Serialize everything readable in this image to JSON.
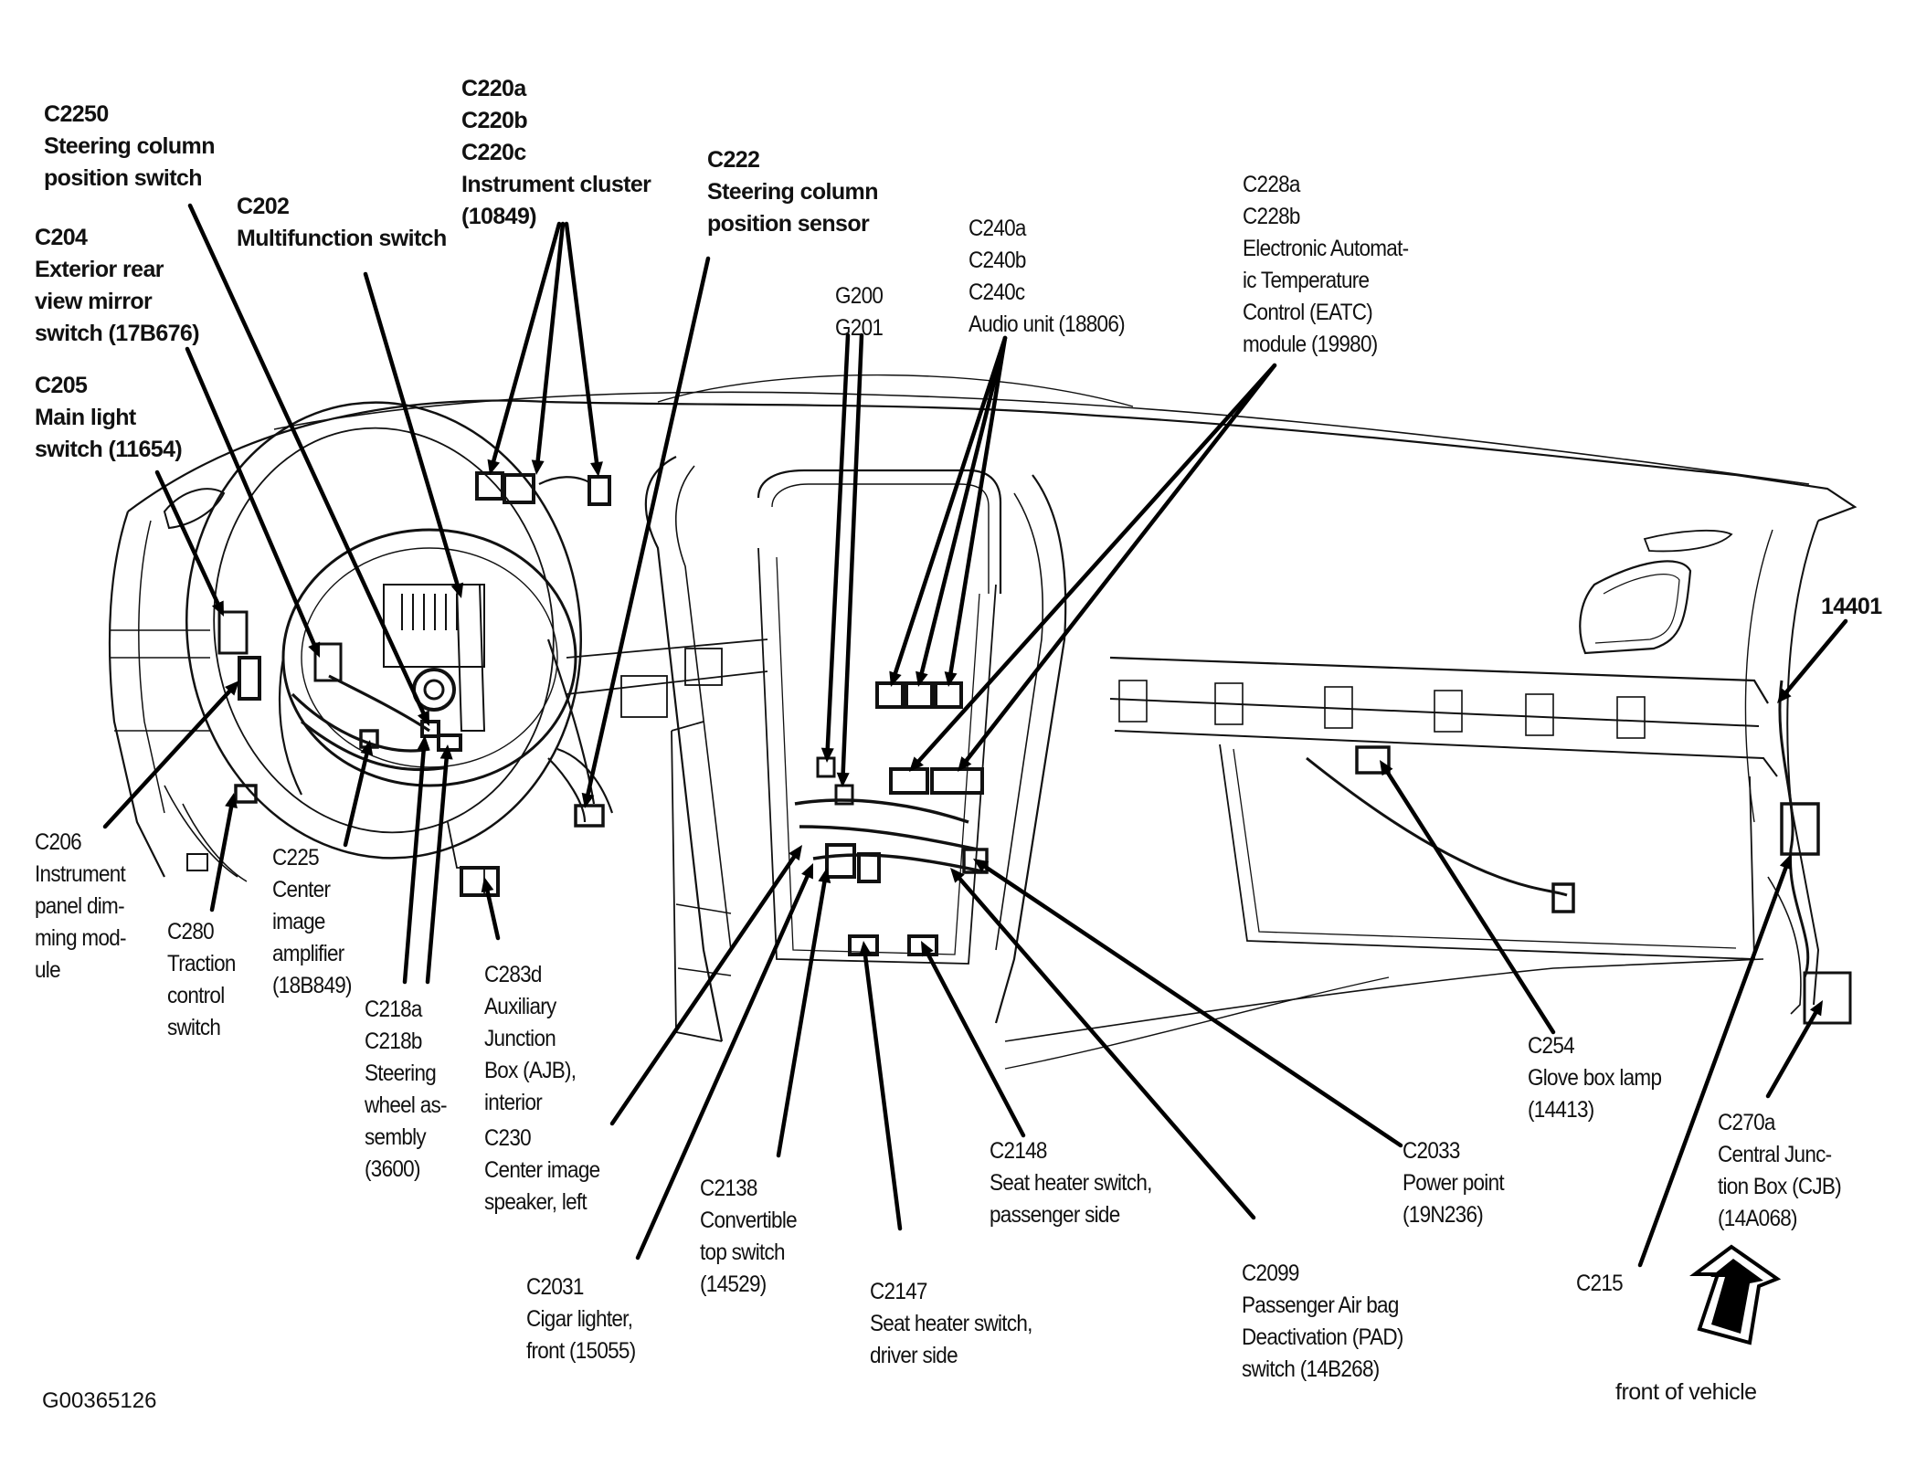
{
  "figure_id": "G00365126",
  "orientation_indicator": {
    "icon": "front-arrow-icon",
    "label": "front of vehicle"
  },
  "callouts": [
    {
      "id": "c2250",
      "lines": [
        "C2250",
        "Steering column",
        "position switch"
      ]
    },
    {
      "id": "c202",
      "lines": [
        "C202",
        "Multifunction switch"
      ]
    },
    {
      "id": "c204",
      "lines": [
        "C204",
        "Exterior rear",
        "view mirror",
        "switch (17B676)"
      ]
    },
    {
      "id": "c205",
      "lines": [
        "C205",
        "Main light",
        "switch (11654)"
      ]
    },
    {
      "id": "c220",
      "lines": [
        "C220a",
        "C220b",
        "C220c",
        "Instrument cluster",
        "(10849)"
      ]
    },
    {
      "id": "c222",
      "lines": [
        "C222",
        "Steering column",
        "position sensor"
      ]
    },
    {
      "id": "g200",
      "lines": [
        "G200",
        "G201"
      ]
    },
    {
      "id": "c240",
      "lines": [
        "C240a",
        "C240b",
        "C240c",
        "Audio unit (18806)"
      ]
    },
    {
      "id": "c228",
      "lines": [
        "C228a",
        "C228b",
        "Electronic Automat-",
        "ic Temperature",
        "Control (EATC)",
        "module (19980)"
      ]
    },
    {
      "id": "p14401",
      "lines": [
        "14401"
      ]
    },
    {
      "id": "c206",
      "lines": [
        "C206",
        "Instrument",
        "panel dim-",
        "ming mod-",
        "ule"
      ]
    },
    {
      "id": "c280",
      "lines": [
        "C280",
        "Traction",
        "control",
        "switch"
      ]
    },
    {
      "id": "c225",
      "lines": [
        "C225",
        "Center",
        "image",
        "amplifier",
        "(18B849)"
      ]
    },
    {
      "id": "c218",
      "lines": [
        "C218a",
        "C218b",
        "Steering",
        "wheel as-",
        "sembly",
        "(3600)"
      ]
    },
    {
      "id": "c283d",
      "lines": [
        "C283d",
        "Auxiliary",
        "Junction",
        "Box (AJB),",
        "interior"
      ]
    },
    {
      "id": "c230",
      "lines": [
        "C230",
        "Center image",
        "speaker, left"
      ]
    },
    {
      "id": "c2031",
      "lines": [
        "C2031",
        "Cigar lighter,",
        "front (15055)"
      ]
    },
    {
      "id": "c2138",
      "lines": [
        "C2138",
        "Convertible",
        "top switch",
        "(14529)"
      ]
    },
    {
      "id": "c2147",
      "lines": [
        "C2147",
        "Seat heater switch,",
        "driver side"
      ]
    },
    {
      "id": "c2148",
      "lines": [
        "C2148",
        "Seat heater switch,",
        "passenger side"
      ]
    },
    {
      "id": "c2099",
      "lines": [
        "C2099",
        "Passenger Air bag",
        "Deactivation (PAD)",
        "switch (14B268)"
      ]
    },
    {
      "id": "c2033",
      "lines": [
        "C2033",
        "Power point",
        "(19N236)"
      ]
    },
    {
      "id": "c254",
      "lines": [
        "C254",
        "Glove box lamp",
        "(14413)"
      ]
    },
    {
      "id": "c270a",
      "lines": [
        "C270a",
        "Central Junc-",
        "tion Box (CJB)",
        "(14A068)"
      ]
    },
    {
      "id": "c215",
      "lines": [
        "C215"
      ]
    }
  ]
}
